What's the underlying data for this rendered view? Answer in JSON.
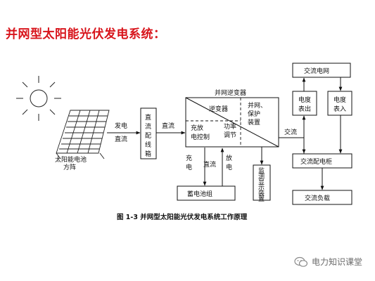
{
  "title": "并网型太阳能光伏发电系统：",
  "diagram": {
    "pv_array": [
      "太阳能电池",
      "方阵"
    ],
    "gen_line": [
      "发电",
      "直流"
    ],
    "dc_box": [
      "直",
      "流",
      "配",
      "线",
      "箱"
    ],
    "dc_line": "直流",
    "inverter_title": "并网逆变器",
    "inverter": "逆变器",
    "protect": [
      "并网、",
      "保护",
      "装置"
    ],
    "charge_ctrl": [
      "充放",
      "电控制"
    ],
    "power_reg": [
      "功率",
      "调节"
    ],
    "charge": [
      "充",
      "电"
    ],
    "battery_dc": "直流",
    "discharge": [
      "放",
      "电"
    ],
    "battery": "蓄电池组",
    "monitor": [
      "监",
      "测",
      "显",
      "示",
      "装",
      "置"
    ],
    "ac_line": "交流",
    "grid": "交流电网",
    "meter_out": [
      "电度",
      "表出"
    ],
    "meter_in": [
      "电度",
      "表入"
    ],
    "ac_cabinet": "交流配电柜",
    "ac_load": "交流负载",
    "caption": "图 1-3   并网型太阳能光伏发电系统工作原理"
  },
  "watermark": "电力知识课堂"
}
